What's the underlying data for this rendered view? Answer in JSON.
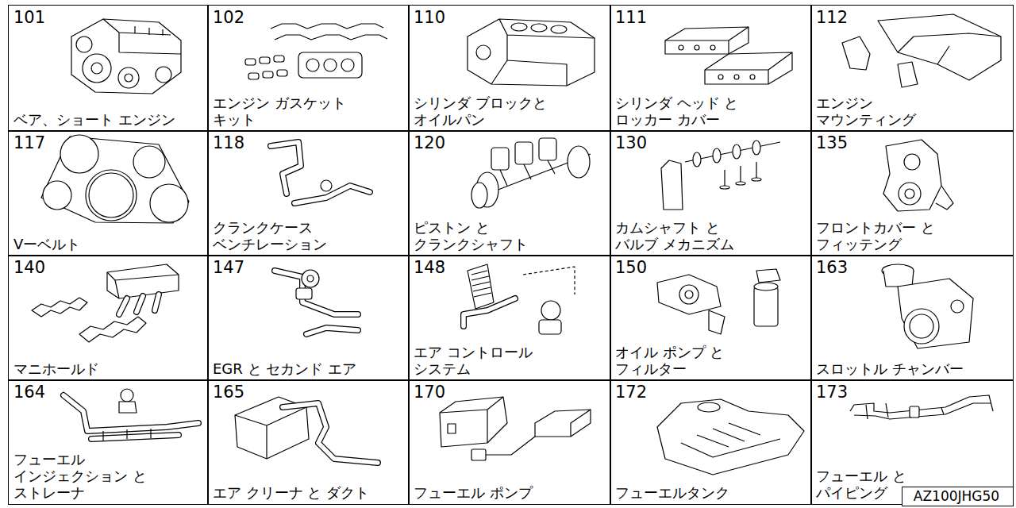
{
  "diagram": {
    "nodes": [
      {
        "text": [
          "101",
          "ベア、ショート エンジン"
        ]
      },
      {
        "text": [
          "102",
          "エンジン ガスケット キット"
        ]
      },
      {
        "text": [
          "110",
          "シリンダ ブロックと オイルパン"
        ]
      },
      {
        "text": [
          "111",
          "シリンダ ヘッド と ロッカー カバー"
        ]
      },
      {
        "text": [
          "112",
          "エンジン マウンティング"
        ]
      },
      {
        "text": [
          "117",
          "Vーベルト"
        ]
      },
      {
        "text": [
          "118",
          "クランクケース ベンチレーション"
        ]
      },
      {
        "text": [
          "120",
          "ピストン と クランクシャフト"
        ]
      },
      {
        "text": [
          "130",
          "カムシャフト と バルブ メカニズム"
        ]
      },
      {
        "text": [
          "135",
          "フロントカバー と フィッテング"
        ]
      },
      {
        "text": [
          "140",
          "マニホールド"
        ]
      },
      {
        "text": [
          "147",
          "EGR と セカンド エア"
        ]
      },
      {
        "text": [
          "148",
          "エア コントロール システム"
        ]
      },
      {
        "text": [
          "150",
          "オイル ポンプ と フィルター"
        ]
      },
      {
        "text": [
          "163",
          "スロットル チャンバー"
        ]
      },
      {
        "text": [
          "164",
          "フューエル インジェクション と ストレーナ"
        ]
      },
      {
        "text": [
          "165",
          "エア クリーナ と ダクト"
        ]
      },
      {
        "text": [
          "170",
          "フューエル ポンプ"
        ]
      },
      {
        "text": [
          "172",
          "フューエルタンク"
        ]
      },
      {
        "text": [
          "173",
          "フューエル と パイピング"
        ]
      },
      {
        "text": [
          "AZ100JHG50"
        ]
      }
    ]
  }
}
